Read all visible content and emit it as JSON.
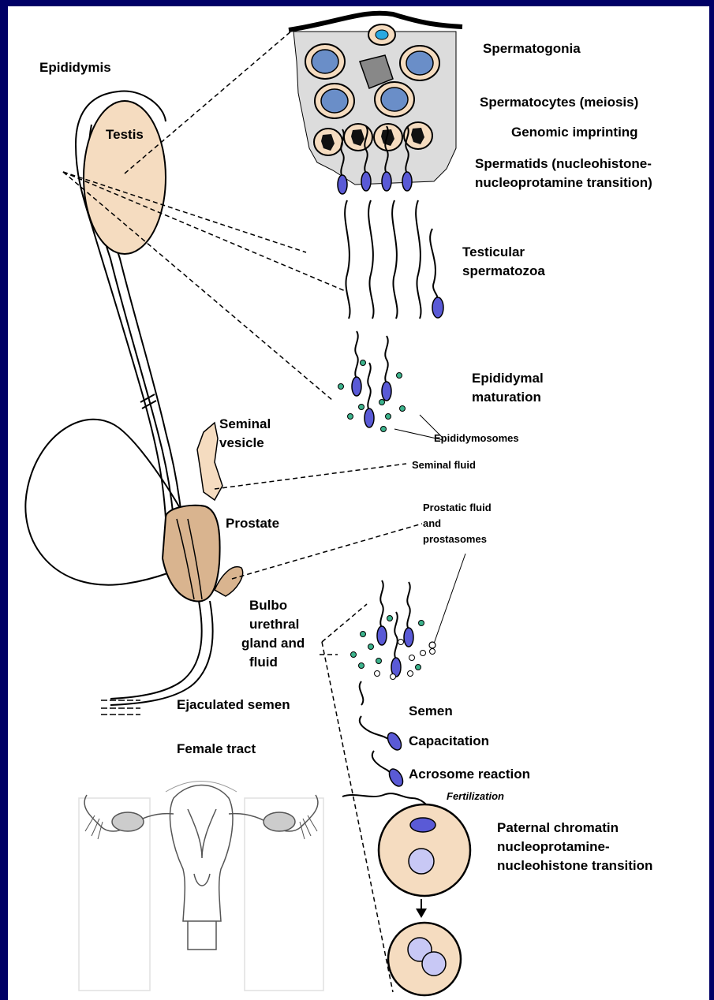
{
  "labels": {
    "epididymis": "Epididymis",
    "testis": "Testis",
    "spermatogonia": "Spermatogonia",
    "spermatocytes": "Spermatocytes (meiosis)",
    "genomic_imprinting": "Genomic imprinting",
    "spermatids_line1": "Spermatids (nucleohistone-",
    "spermatids_line2": "nucleoprotamine transition)",
    "testicular_line1": "Testicular",
    "testicular_line2": "spermatozoa",
    "epididymal_line1": "Epididymal",
    "epididymal_line2": "maturation",
    "epididymosomes": "Epididymosomes",
    "seminal_vesicle_line1": "Seminal",
    "seminal_vesicle_line2": "vesicle",
    "seminal_fluid": "Seminal fluid",
    "prostate": "Prostate",
    "prostatic_line1": "Prostatic fluid",
    "prostatic_line2": "and",
    "prostatic_line3": "prostasomes",
    "bulbo_line1": "Bulbo",
    "bulbo_line2": "urethral",
    "bulbo_line3": "gland and",
    "bulbo_line4": "fluid",
    "ejaculated_semen": "Ejaculated semen",
    "female_tract": "Female tract",
    "semen": "Semen",
    "capacitation": "Capacitation",
    "acrosome_reaction": "Acrosome reaction",
    "fertilization": "Fertilization",
    "paternal_line1": "Paternal chromatin",
    "paternal_line2": "nucleoprotamine-",
    "paternal_line3": "nucleohistone transition"
  },
  "colors": {
    "frame": "#000066",
    "background": "#ffffff",
    "testis": "#f5dcc0",
    "prostate": "#d9b48f",
    "seminal_vesicle": "#f5dcc0",
    "egg": "#f5dcc0",
    "sperm_head": "#5a5ad6",
    "pronucleus": "#c8c8f5",
    "germ_cell_nucleus": "#6a8ec8",
    "tissue": "#dcdcdc",
    "vesicle": "#3cb38c",
    "ovary": "#cccccc"
  }
}
